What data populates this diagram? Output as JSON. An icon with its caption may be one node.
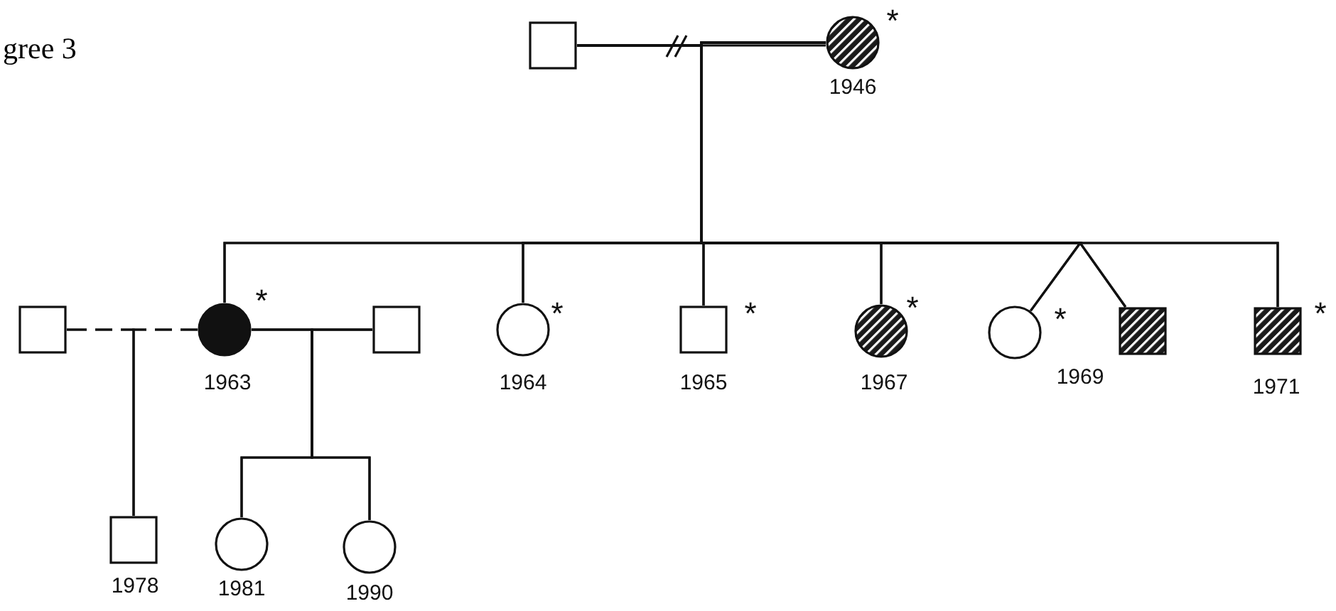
{
  "diagram": {
    "title": "gree 3",
    "nodes": [
      {
        "text": [],
        "shape": "box"
      },
      {
        "text": [],
        "shape": "circle",
        "beside": [
          "*",
          "1946"
        ]
      },
      {
        "text": [],
        "shape": "box"
      },
      {
        "text": [],
        "shape": "circle",
        "beside": [
          "*",
          "1963"
        ]
      },
      {
        "text": [],
        "shape": "box"
      },
      {
        "text": [],
        "shape": "circle",
        "beside": [
          "*",
          "1964"
        ]
      },
      {
        "text": [],
        "shape": "box",
        "beside": [
          "*",
          "1965"
        ]
      },
      {
        "text": [],
        "shape": "circle",
        "beside": [
          "*",
          "1967"
        ]
      },
      {
        "text": [],
        "shape": "circle",
        "beside": [
          "*"
        ]
      },
      {
        "text": [],
        "shape": "box"
      },
      {
        "text": [],
        "shape": "box",
        "beside": [
          "*",
          "1971"
        ]
      },
      {
        "text": [],
        "shape": "box",
        "beside": [
          "1978"
        ]
      },
      {
        "text": [],
        "shape": "circle",
        "beside": [
          "1981"
        ]
      },
      {
        "text": [],
        "shape": "circle",
        "beside": [
          "1990"
        ]
      }
    ],
    "edges": [
      {
        "from": 0,
        "to": 1,
        "arrow": "none"
      },
      {
        "from": 0,
        "to": 3,
        "arrow": "none"
      },
      {
        "from": 1,
        "to": 3,
        "arrow": "none"
      },
      {
        "from": 0,
        "to": 5,
        "arrow": "none"
      },
      {
        "from": 1,
        "to": 5,
        "arrow": "none"
      },
      {
        "from": 0,
        "to": 6,
        "arrow": "none"
      },
      {
        "from": 1,
        "to": 6,
        "arrow": "none"
      },
      {
        "from": 0,
        "to": 7,
        "arrow": "none"
      },
      {
        "from": 1,
        "to": 7,
        "arrow": "none"
      },
      {
        "from": 0,
        "to": 8,
        "arrow": "none"
      },
      {
        "from": 1,
        "to": 8,
        "arrow": "none"
      },
      {
        "from": 0,
        "to": 9,
        "arrow": "none"
      },
      {
        "from": 1,
        "to": 9,
        "arrow": "none"
      },
      {
        "from": 0,
        "to": 10,
        "arrow": "none"
      },
      {
        "from": 1,
        "to": 10,
        "arrow": "none"
      },
      {
        "from": 2,
        "to": 3,
        "arrow": "none",
        "style": "dashed"
      },
      {
        "from": 3,
        "to": 4,
        "arrow": "none"
      },
      {
        "from": 2,
        "to": 11,
        "arrow": "none",
        "style": "dashed"
      },
      {
        "from": 3,
        "to": 11,
        "arrow": "none",
        "style": "dashed"
      },
      {
        "from": 3,
        "to": 12,
        "arrow": "none"
      },
      {
        "from": 4,
        "to": 12,
        "arrow": "none"
      },
      {
        "from": 3,
        "to": 13,
        "arrow": "none"
      },
      {
        "from": 4,
        "to": 13,
        "arrow": "none"
      }
    ],
    "labels": [
      "1969"
    ]
  }
}
